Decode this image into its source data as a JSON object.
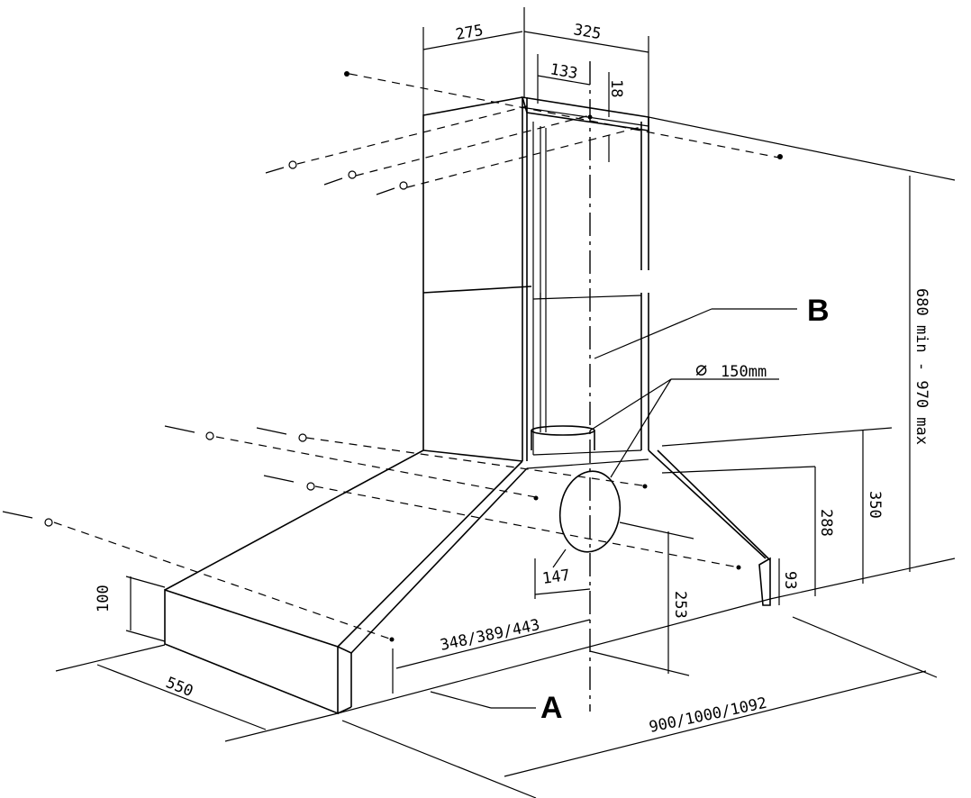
{
  "labels": {
    "a": "A",
    "b": "B",
    "duct": "150mm",
    "diameter_symbol": "∅"
  },
  "dimensions": {
    "chimney_depth": "275",
    "chimney_width": "325",
    "bracket_offset": "133",
    "bracket_gap": "18",
    "height_range": "680 min - 970 max",
    "height_350": "350",
    "height_288": "288",
    "height_93": "93",
    "height_253": "253",
    "offset_147": "147",
    "canopy_height": "100",
    "canopy_depth": "550",
    "hole_spacing": "348/389/443",
    "canopy_width": "900/1000/1092"
  }
}
